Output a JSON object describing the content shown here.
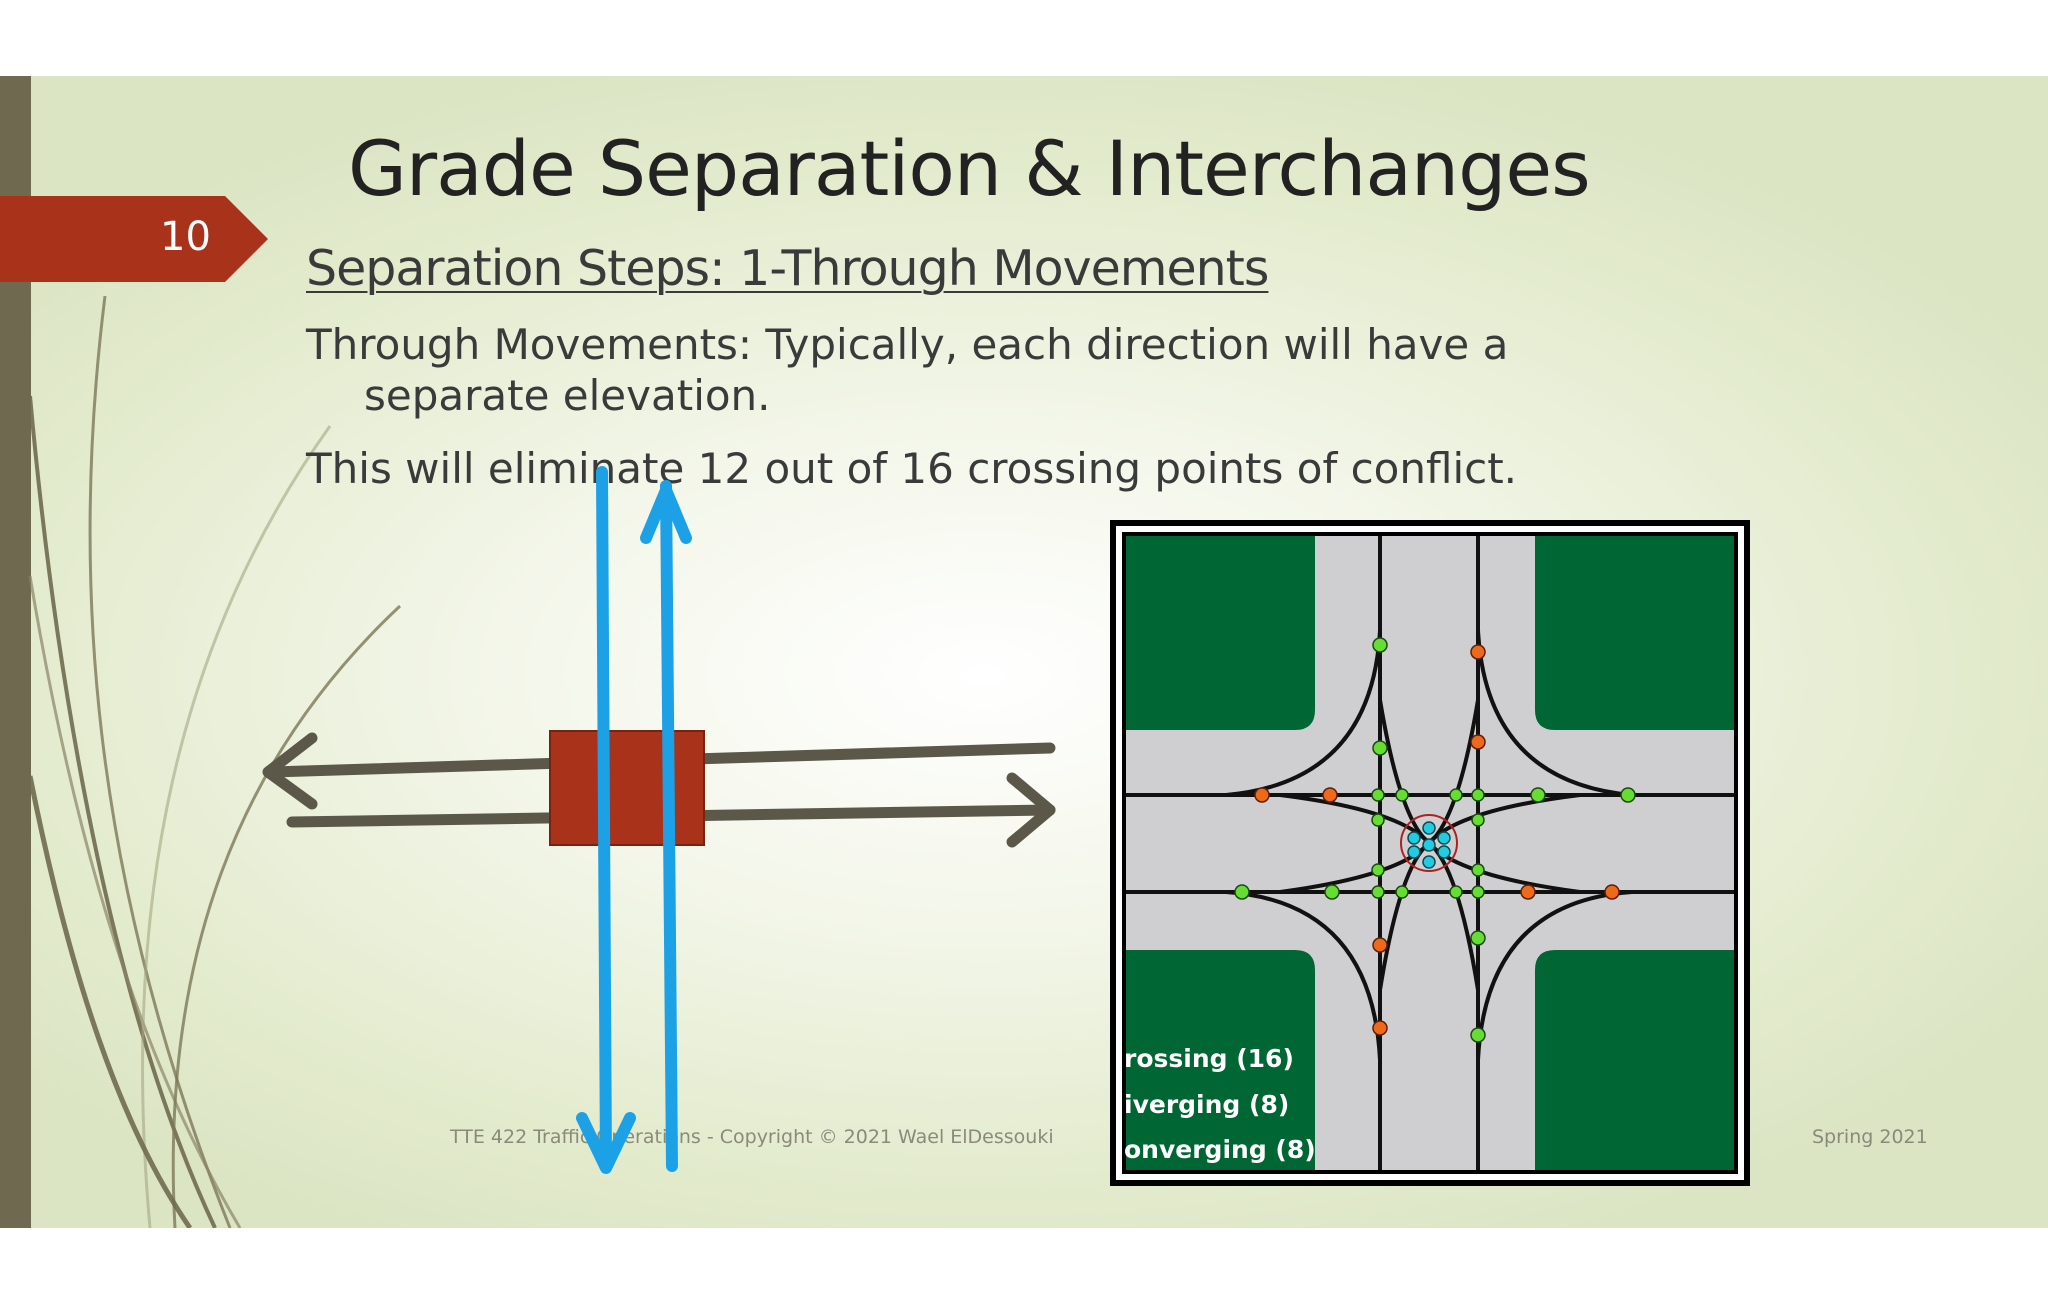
{
  "slide": {
    "number": "10",
    "title": "Grade Separation & Interchanges",
    "subtitle": "Separation Steps: 1-Through Movements",
    "body_line1a": "Through Movements:  Typically, each direction will have a",
    "body_line1b": "separate elevation.",
    "body_line2": "This will eliminate 12 out of 16 crossing points of conflict.",
    "footer_left": "TTE 422 Traffic Operations -  Copyright © 2021 Wael ElDessouki",
    "footer_right": "Spring 2021"
  },
  "intersection_labels": {
    "crossing": "rossing (16)",
    "diverging": "iverging (8)",
    "converging": "onverging (8)"
  },
  "colors": {
    "accent_red": "#a8321a",
    "grass_green": "#006633",
    "road_gray": "#cfcfd2",
    "arrow_blue": "#1da1e6",
    "arrow_gray": "#5b5849",
    "conflict_green": "#66dd33",
    "conflict_orange": "#ee6a1a",
    "conflict_cyan": "#22cce0"
  }
}
